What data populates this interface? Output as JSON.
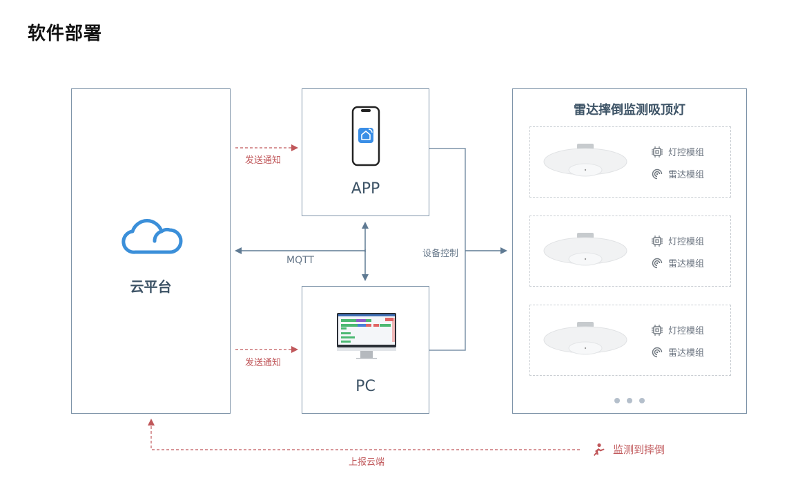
{
  "page_title": "软件部署",
  "nodes": {
    "cloud": {
      "label": "云平台",
      "icon": "cloud-icon"
    },
    "app": {
      "label": "APP",
      "icon": "smartphone-icon"
    },
    "pc": {
      "label": "PC",
      "icon": "desktop-monitor-icon"
    },
    "devices": {
      "title": "雷达摔倒监测吸顶灯",
      "cards": [
        {
          "modules": [
            {
              "icon": "chip-icon",
              "label": "灯控模组"
            },
            {
              "icon": "radar-icon",
              "label": "雷达模组"
            }
          ]
        },
        {
          "modules": [
            {
              "icon": "chip-icon",
              "label": "灯控模组"
            },
            {
              "icon": "radar-icon",
              "label": "雷达模组"
            }
          ]
        },
        {
          "modules": [
            {
              "icon": "chip-icon",
              "label": "灯控模组"
            },
            {
              "icon": "radar-icon",
              "label": "雷达模组"
            }
          ]
        }
      ],
      "more_indicator": "..."
    }
  },
  "edges": {
    "notify_app": "发送通知",
    "notify_pc": "发送通知",
    "mqtt": "MQTT",
    "device_control": "设备控制",
    "report_cloud": "上报云端",
    "fall_detected": "监测到摔倒"
  },
  "colors": {
    "border": "#7d93a8",
    "solid_edge": "#5f7a93",
    "dashed_edge": "#c0575a",
    "cloud_blue": "#3b8fd9",
    "app_blue": "#3a8ee6"
  }
}
